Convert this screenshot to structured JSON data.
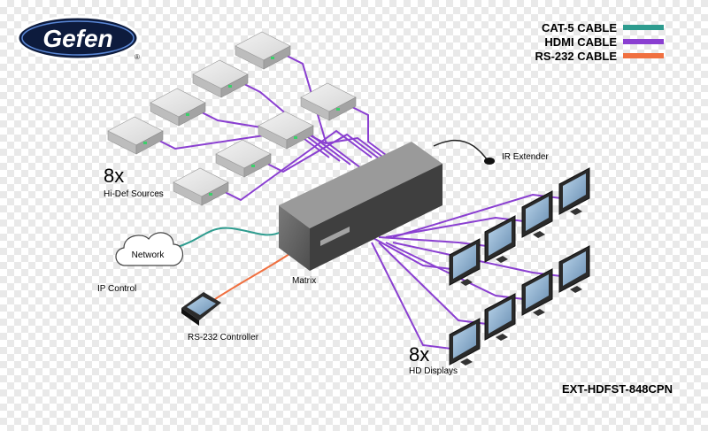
{
  "logo": {
    "text": "Gefen",
    "registered": "®"
  },
  "legend": [
    {
      "label": "CAT-5 CABLE",
      "color": "#2e9c8f"
    },
    {
      "label": "HDMI CABLE",
      "color": "#8a3fd1"
    },
    {
      "label": "RS-232 CABLE",
      "color": "#f07040"
    }
  ],
  "sources": {
    "count": "8x",
    "label": "Hi-Def Sources"
  },
  "displays": {
    "count": "8x",
    "label": "HD Displays"
  },
  "matrix": {
    "label": "Matrix"
  },
  "ir_extender": {
    "label": "IR Extender"
  },
  "network": {
    "label": "Network"
  },
  "ip_control": {
    "label": "IP Control"
  },
  "rs232_controller": {
    "label": "RS-232 Controller"
  },
  "model": "EXT-HDFST-848CPN"
}
